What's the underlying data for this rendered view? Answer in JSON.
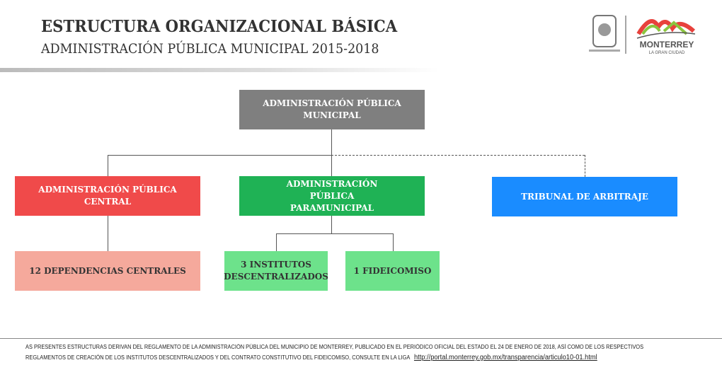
{
  "header": {
    "title": "ESTRUCTURA ORGANIZACIONAL BÁSICA",
    "subtitle": "ADMINISTRACIÓN PÚBLICA MUNICIPAL 2015-2018"
  },
  "logo": {
    "name": "MONTERREY",
    "tagline": "LA GRAN CIUDAD"
  },
  "nodes": {
    "root": "ADMINISTRACIÓN PÚBLICA MUNICIPAL",
    "central": "ADMINISTRACIÓN PÚBLICA CENTRAL",
    "paramunicipal": "ADMINISTRACIÓN PÚBLICA PARAMUNICIPAL",
    "tribunal": "TRIBUNAL DE ARBITRAJE",
    "dependencias": "12 DEPENDENCIAS CENTRALES",
    "institutos": "3 INSTITUTOS DESCENTRALIZADOS",
    "fideicomiso": "1 FIDEICOMISO"
  },
  "colors": {
    "root": "#7f7f7f",
    "central": "#f04a4a",
    "paramunicipal": "#1fb255",
    "tribunal": "#1a8cff",
    "dependencias": "#f5a99c",
    "green_light": "#6de28b"
  },
  "footer": {
    "line1": "AS PRESENTES ESTRUCTURAS DERIVAN DEL REGLAMENTO DE LA ADMINISTRACIÓN PÚBLICA DEL MUNICIPIO DE MONTERREY, PUBLICADO EN EL PERIÓDICO OFICIAL DEL ESTADO EL 24 DE ENERO DE 2018, ASÍ COMO DE LOS RESPECTIVOS",
    "line2": "REGLAMENTOS DE CREACIÓN DE LOS INSTITUTOS DESCENTRALIZADOS Y DEL CONTRATO CONSTITUTIVO DEL FIDEICOMISO, CONSULTE EN LA LIGA",
    "link": "http://portal.monterrey.gob.mx/transparencia/articulo10-01.html"
  }
}
